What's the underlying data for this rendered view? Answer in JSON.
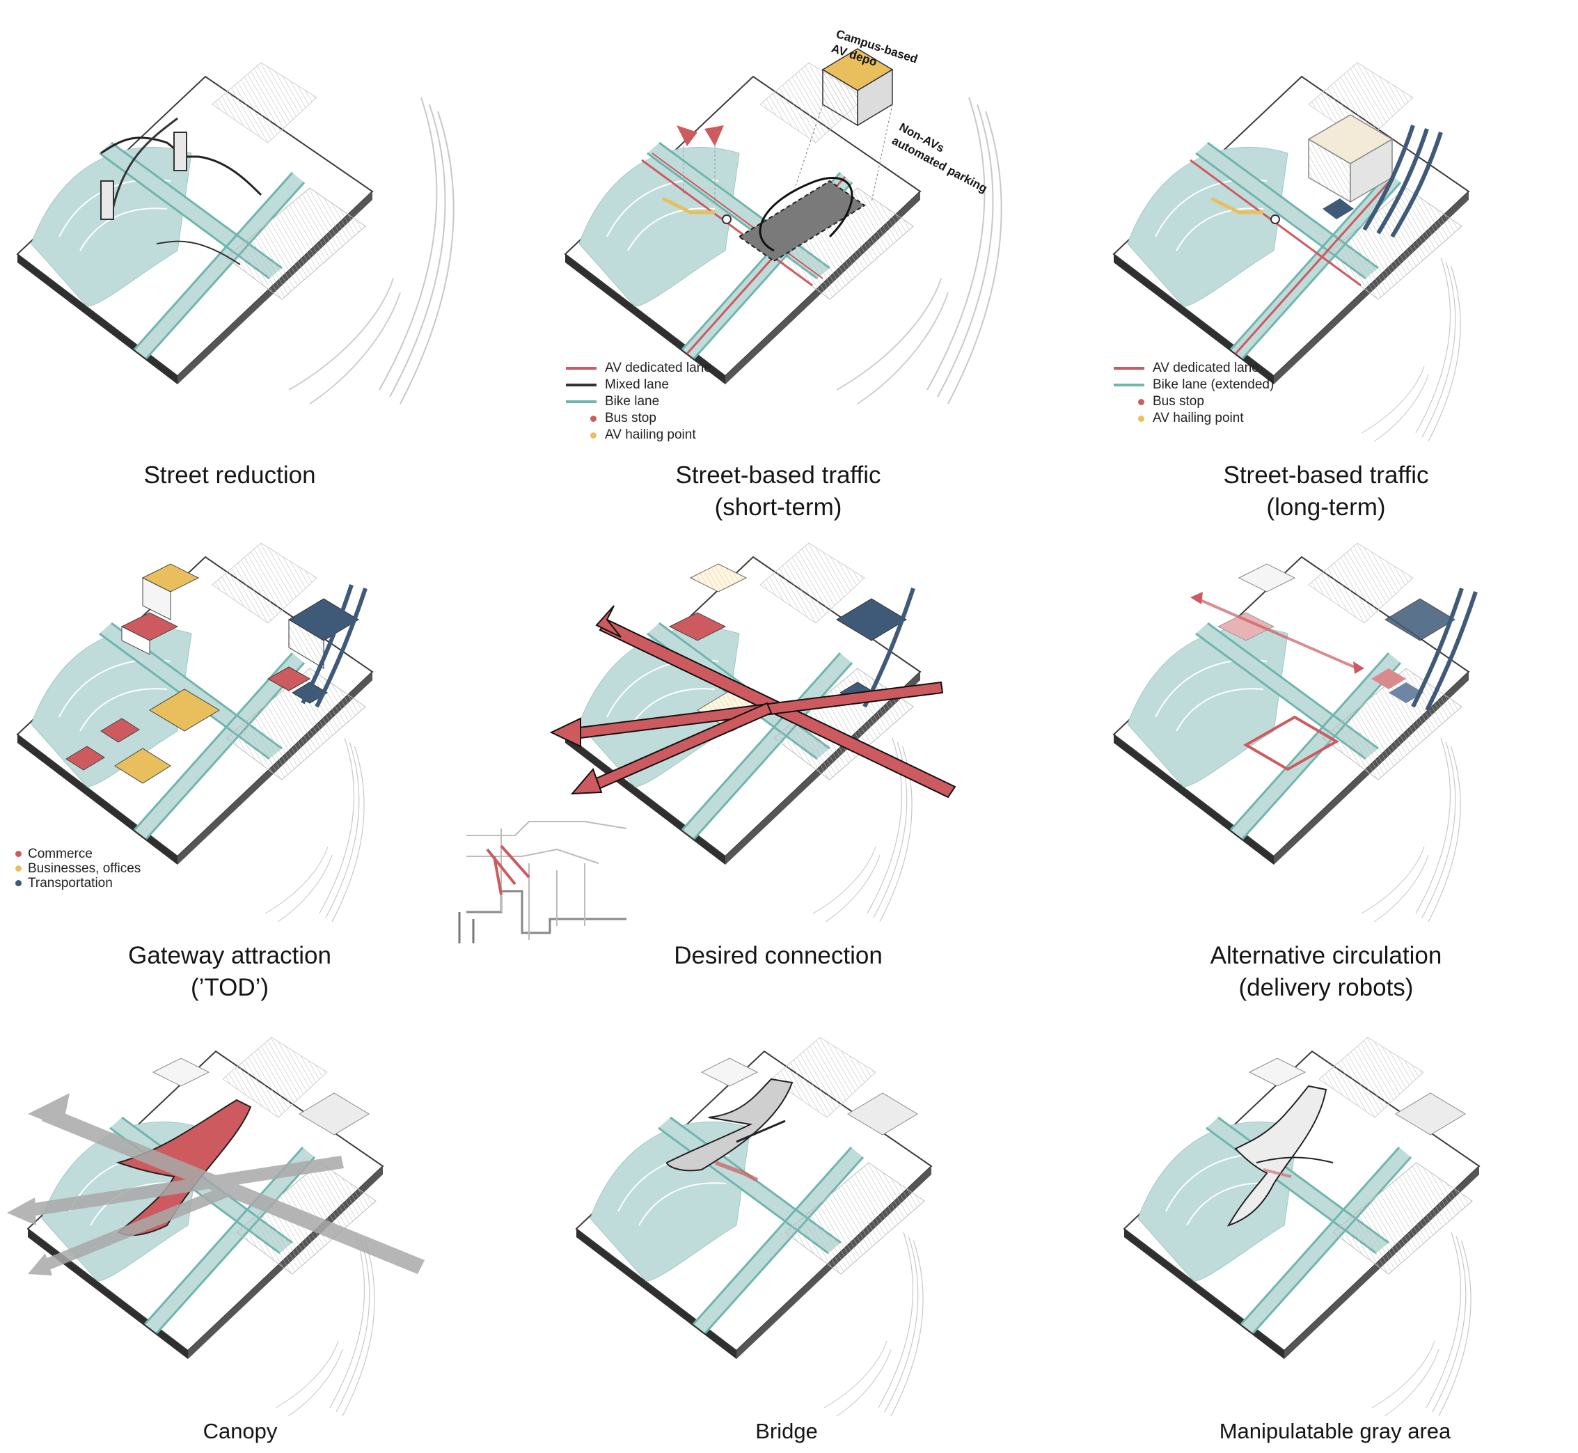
{
  "colors": {
    "av_lane": "#cd5a5e",
    "mixed_lane": "#333333",
    "bike_lane": "#6fb5ae",
    "teal_fill": "#bfdcdb",
    "bus_stop": "#cd5a5e",
    "hailing": "#e9bf5e",
    "commerce": "#cd5a5e",
    "business": "#e9bf5e",
    "transport": "#3f5a78",
    "arrow_gray": "#a9a9a9"
  },
  "panels": [
    {
      "id": "street-reduction",
      "caption": [
        "Street reduction"
      ]
    },
    {
      "id": "street-short-term",
      "caption": [
        "Street-based traffic",
        "(short-term)"
      ],
      "annotations": {
        "depot": [
          "Campus-based",
          "AV depo"
        ],
        "parking": [
          "Non-AVs",
          "automated parking"
        ]
      },
      "legend": [
        {
          "kind": "line",
          "color": "#cd5a5e",
          "label": "AV dedicated lane"
        },
        {
          "kind": "line",
          "color": "#333333",
          "label": "Mixed lane"
        },
        {
          "kind": "line",
          "color": "#6fb5ae",
          "label": "Bike lane"
        },
        {
          "kind": "dot",
          "color": "#cd5a5e",
          "label": "Bus stop"
        },
        {
          "kind": "dot",
          "color": "#e9bf5e",
          "label": "AV hailing point"
        }
      ]
    },
    {
      "id": "street-long-term",
      "caption": [
        "Street-based traffic",
        "(long-term)"
      ],
      "legend": [
        {
          "kind": "line",
          "color": "#cd5a5e",
          "label": "AV dedicated lane"
        },
        {
          "kind": "line",
          "color": "#6fb5ae",
          "label": "Bike lane (extended)"
        },
        {
          "kind": "dot",
          "color": "#cd5a5e",
          "label": "Bus stop"
        },
        {
          "kind": "dot",
          "color": "#e9bf5e",
          "label": "AV hailing point"
        }
      ]
    },
    {
      "id": "gateway-attraction",
      "caption": [
        "Gateway attraction",
        "(’TOD’)"
      ],
      "legend": [
        {
          "kind": "dot",
          "color": "#cd5a5e",
          "label": "Commerce"
        },
        {
          "kind": "dot",
          "color": "#e9bf5e",
          "label": "Businesses, offices"
        },
        {
          "kind": "dot",
          "color": "#3f5a78",
          "label": "Transportation"
        }
      ]
    },
    {
      "id": "desired-connection",
      "caption": [
        "Desired connection"
      ]
    },
    {
      "id": "alternative-circulation",
      "caption": [
        "Alternative circulation",
        "(delivery robots)"
      ]
    },
    {
      "id": "canopy",
      "caption": [
        "Canopy"
      ]
    },
    {
      "id": "bridge",
      "caption": [
        "Bridge"
      ]
    },
    {
      "id": "gray-area",
      "caption": [
        "Manipulatable gray area"
      ]
    }
  ]
}
